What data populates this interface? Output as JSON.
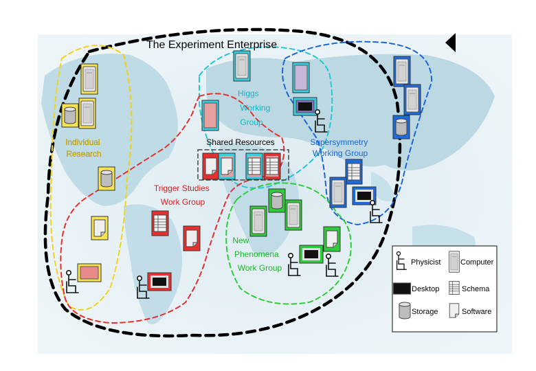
{
  "title": "The Experiment  Enterprise",
  "groups": {
    "individual": [
      "Individual",
      "Research"
    ],
    "higgs": [
      "Higgs",
      "Working",
      "Group"
    ],
    "shared": "Shared Resources",
    "susy": [
      "Supersymmetry",
      "Working Group"
    ],
    "trigger": [
      "Trigger Studies",
      "Work Group"
    ],
    "phenomena": [
      "New",
      "Phenomena",
      "Work Group"
    ]
  },
  "legend": {
    "physicist": "Physicist",
    "computer": "Computer",
    "desktop": "Desktop",
    "schema": "Schema",
    "storage": "Storage",
    "software": "Software"
  },
  "colors": {
    "enterprise": "#000000",
    "individual": "#f2d21b",
    "higgs": "#25c6d4",
    "susy": "#1a66d6",
    "trigger": "#e53030",
    "phenomena": "#2ecc3a",
    "map_water": "#ffffff",
    "map_land": "#bcd9e4"
  }
}
